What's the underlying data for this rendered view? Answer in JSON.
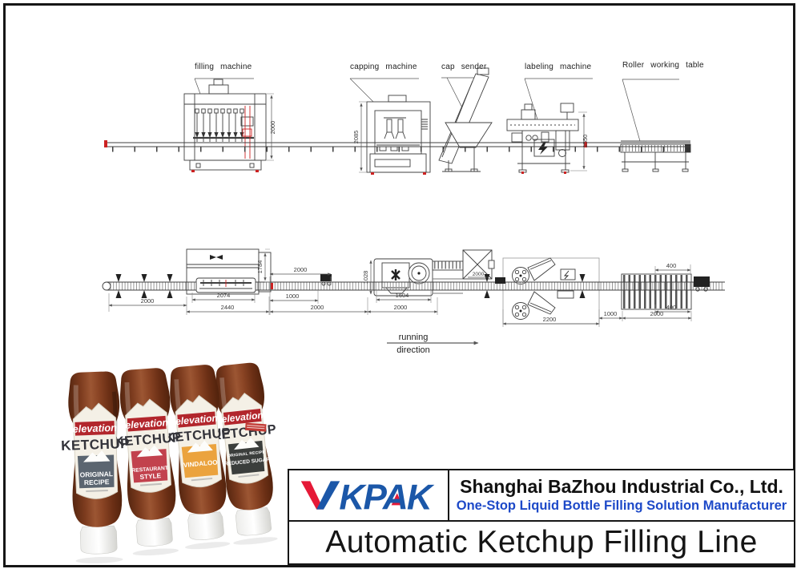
{
  "banner": {
    "title": "Automatic Ketchup Filling Line"
  },
  "brand": {
    "logo_text": "VKPAK",
    "logo_text_tail": "KPAK",
    "company_name": "Shanghai BaZhou Industrial Co., Ltd.",
    "slogan": "One-Stop Liquid Bottle Filling Solution Manufacturer"
  },
  "colors": {
    "logo_blue": "#1b57a8",
    "logo_red": "#e51937",
    "slogan_blue": "#1d49c8",
    "cad_red": "#cc2222"
  },
  "diagram": {
    "labels": {
      "filling": "filling machine",
      "capping": "capping machine",
      "cap_sender": "cap sender",
      "labeling": "labeling machine",
      "roller": "Roller working table"
    },
    "running": {
      "line1": "running",
      "line2": "direction"
    },
    "side_dims": {
      "filling_height": "2000",
      "capping_height": "2085",
      "labeling_height": "1550"
    },
    "top_dims": {
      "infeed_length": "2000",
      "filler_inner_length": "2074",
      "filler_overall_length": "2440",
      "filler_width": "1784",
      "transfer_top": "2000",
      "buffer_length": "1000",
      "transfer_bottom": "2000",
      "capper_width": "1028",
      "capper_inner_length": "1604",
      "capper_overall_length": "2000",
      "cap_hopper_span": "2000",
      "labeler_overall_length": "2200",
      "labeler_to_roller": "1000",
      "roller_length": "2000",
      "roller_width_leader": "400",
      "roller_width": "400"
    }
  },
  "bottles": {
    "brand": "elevation",
    "product": "KETCHUP",
    "variants": [
      {
        "line0": "",
        "line1": "ORIGINAL",
        "line2": "RECIPE",
        "patch_color": "#5b6570"
      },
      {
        "line0": "",
        "line1": "RESTAURANT",
        "line2": "STYLE",
        "patch_color": "#c2424d"
      },
      {
        "line0": "",
        "line1": "VINDALOO",
        "line2": "",
        "patch_color": "#eba33e"
      },
      {
        "line0": "ORIGINAL RECIPE",
        "line1": "REDUCED SUGAR",
        "line2": "",
        "patch_color": "#3b3e3c"
      }
    ]
  }
}
